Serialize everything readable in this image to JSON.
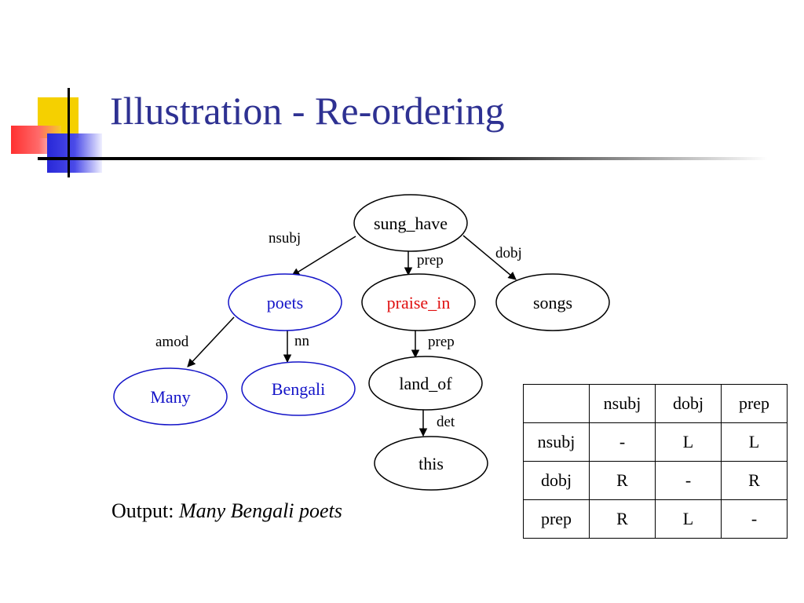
{
  "title": "Illustration - Re-ordering",
  "colors": {
    "title": "#2e3192",
    "modifier_nodes": "#1414c8",
    "highlight_node": "#e01010",
    "default": "#000000"
  },
  "tree": {
    "nodes": {
      "sung_have": "sung_have",
      "poets": "poets",
      "praise_in": "praise_in",
      "songs": "songs",
      "many": "Many",
      "bengali": "Bengali",
      "land_of": "land_of",
      "this": "this"
    },
    "edges": {
      "nsubj": "nsubj",
      "prep1": "prep",
      "dobj": "dobj",
      "amod": "amod",
      "nn": "nn",
      "prep2": "prep",
      "det": "det"
    }
  },
  "output": {
    "label": "Output:",
    "value": "Many Bengali poets"
  },
  "table": {
    "headers": [
      "",
      "nsubj",
      "dobj",
      "prep"
    ],
    "rows": [
      [
        "nsubj",
        "-",
        "L",
        "L"
      ],
      [
        "dobj",
        "R",
        "-",
        "R"
      ],
      [
        "prep",
        "R",
        "L",
        "-"
      ]
    ]
  }
}
